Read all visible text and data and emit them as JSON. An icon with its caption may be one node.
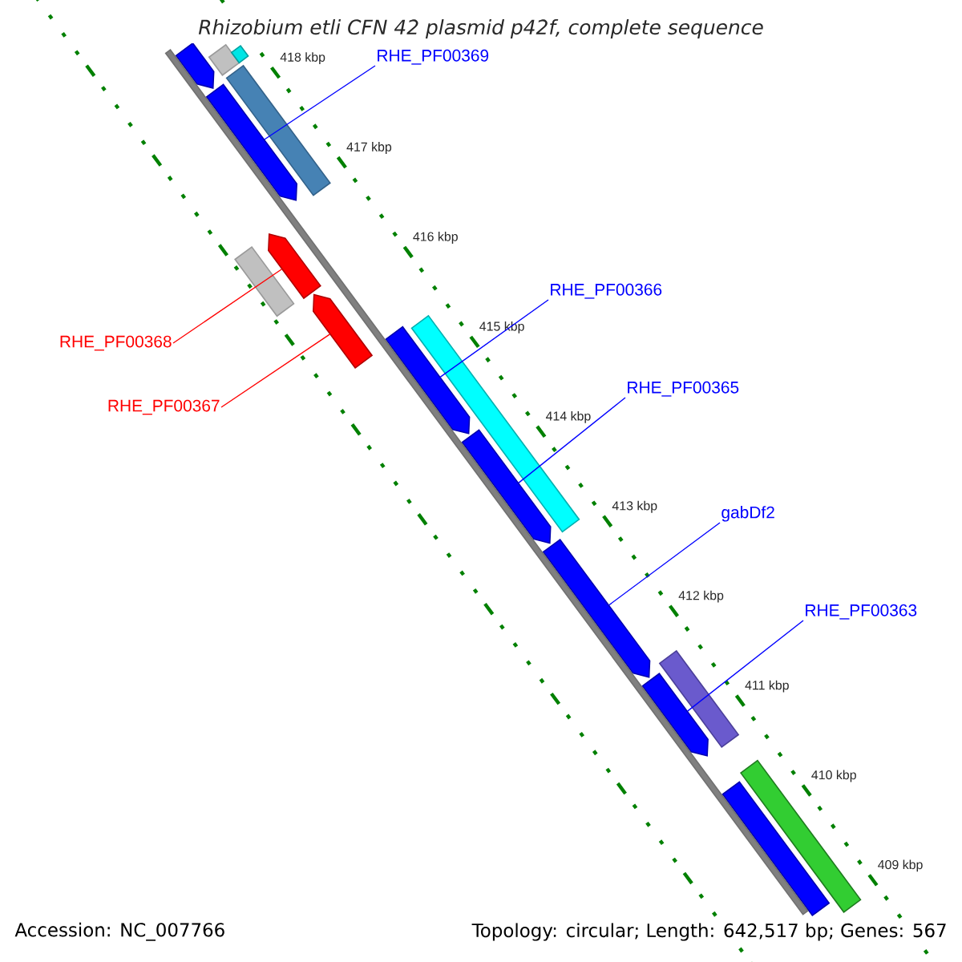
{
  "diagram": {
    "title": "Rhizobium etli CFN 42 plasmid p42f, complete sequence",
    "nodes": [
      {
        "text": [
          "RHE_PF00369"
        ]
      },
      {
        "text": [
          "RHE_PF00366"
        ]
      },
      {
        "text": [
          "RHE_PF00368"
        ]
      },
      {
        "text": [
          "RHE_PF00365"
        ]
      },
      {
        "text": [
          "RHE_PF00367"
        ]
      },
      {
        "text": [
          "gabDf2"
        ]
      },
      {
        "text": [
          "RHE_PF00363"
        ]
      },
      {
        "text": [],
        "shape": "arrow"
      },
      {
        "text": [],
        "shape": "box"
      },
      {
        "text": [],
        "shape": "box"
      },
      {
        "text": [],
        "shape": "arrow"
      },
      {
        "text": [],
        "shape": "box"
      },
      {
        "text": [],
        "shape": "arrow"
      },
      {
        "text": [],
        "shape": "box"
      },
      {
        "text": [],
        "shape": "arrow"
      },
      {
        "text": [],
        "shape": "arrow"
      },
      {
        "text": [],
        "shape": "box"
      },
      {
        "text": [],
        "shape": "arrow"
      },
      {
        "text": [],
        "shape": "arrow"
      },
      {
        "text": [],
        "shape": "box"
      },
      {
        "text": [],
        "shape": "arrow"
      },
      {
        "text": [],
        "shape": "arrow"
      },
      {
        "text": [],
        "shape": "box"
      },
      {
        "text": [],
        "shape": "bar"
      }
    ],
    "edges": [
      {
        "from": 0,
        "to": 10,
        "arrow": "none"
      },
      {
        "from": 1,
        "to": 15,
        "arrow": "none"
      },
      {
        "from": 2,
        "to": 12,
        "arrow": "none",
        "color": "#ff0000"
      },
      {
        "from": 3,
        "to": 17,
        "arrow": "none"
      },
      {
        "from": 4,
        "to": 14,
        "arrow": "none",
        "color": "#ff0000"
      },
      {
        "from": 5,
        "to": 18,
        "arrow": "none"
      },
      {
        "from": 6,
        "to": 20,
        "arrow": "none"
      }
    ],
    "labels": [
      "418 kbp",
      "417 kbp",
      "416 kbp",
      "415 kbp",
      "414 kbp",
      "413 kbp",
      "412 kbp",
      "411 kbp",
      "410 kbp",
      "409 kbp",
      "Accession: NC_007766",
      "Topology: circular; Length: 642,517 bp; Genes: 567"
    ]
  }
}
